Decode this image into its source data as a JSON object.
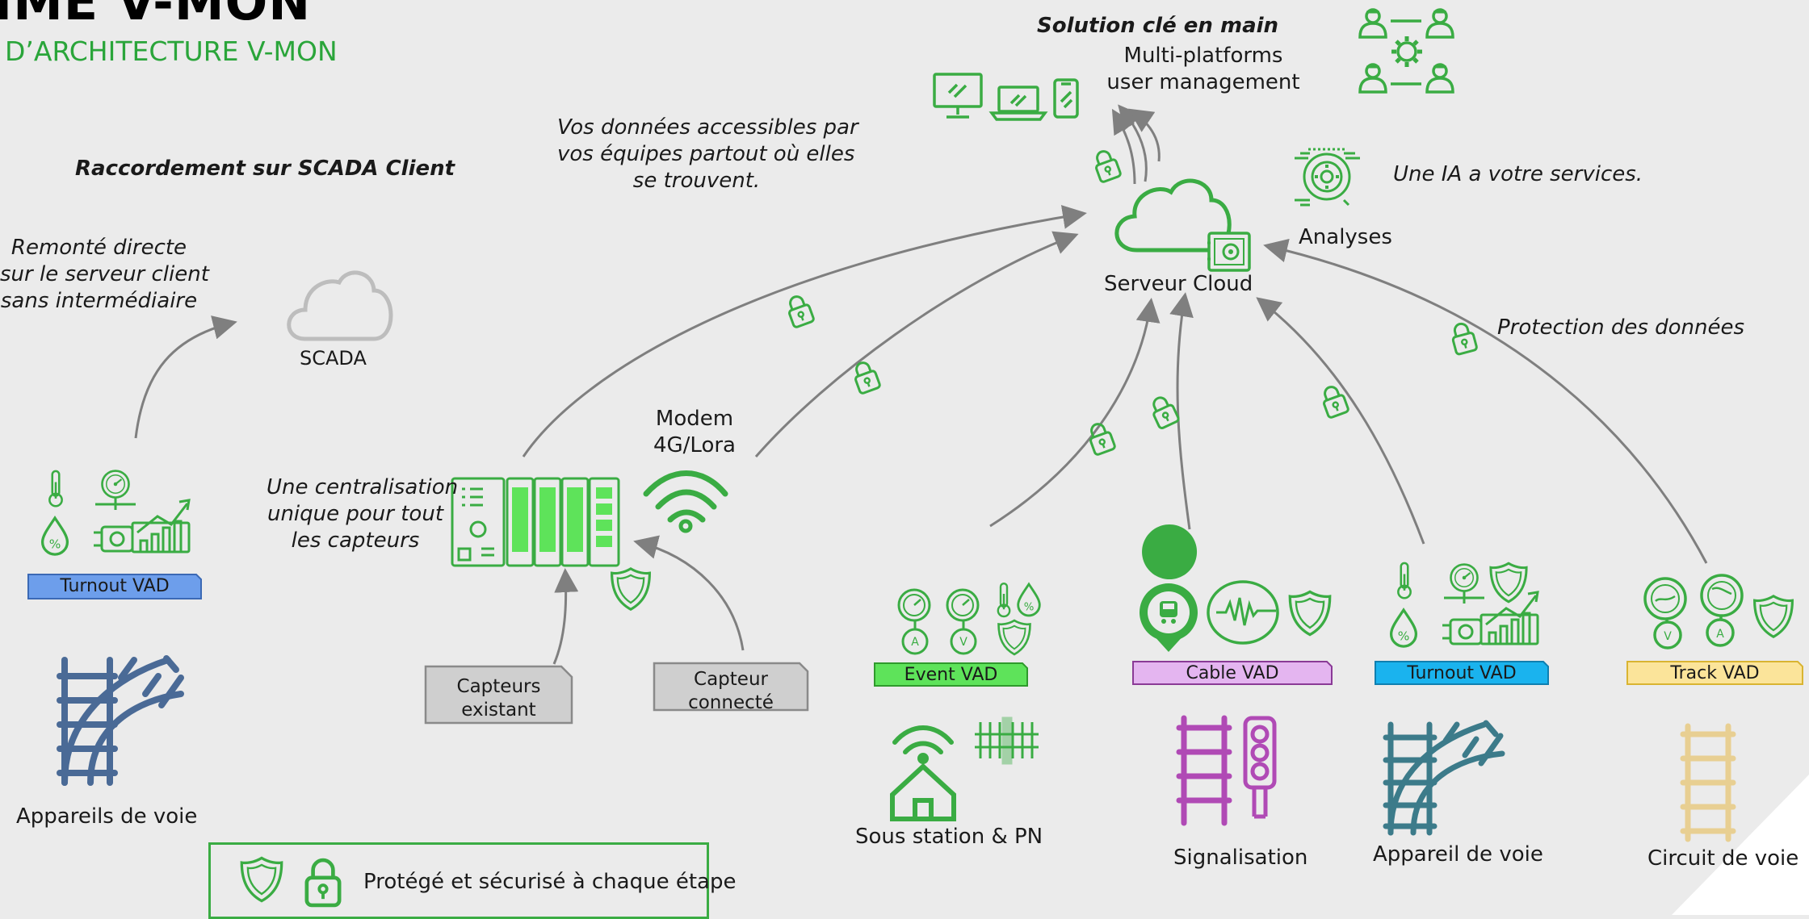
{
  "header": {
    "title": "IME V-MON",
    "subtitle": "D’ARCHITECTURE V-MON"
  },
  "colors": {
    "green": "#3aac43",
    "grey_arrow": "#7f7f7f",
    "scada_cloud": "#bdbdbd",
    "turnout_blue": "#6d9eeb",
    "event_green": "#5ee35a",
    "cable_purple": "#e4b5f0",
    "turnout_cyan": "#1ab3ee",
    "track_yellow": "#fbe49a",
    "rail_blue": "#4a6a96",
    "rail_purple": "#b04ab5",
    "rail_teal": "#3c7b8a",
    "rail_beige": "#e8cf92"
  },
  "left": {
    "scada_heading": "Raccordement sur SCADA Client",
    "direct_note_1": "Remonté directe",
    "direct_note_2": "sur le serveur client",
    "direct_note_3": "sans intermédiaire",
    "scada_label": "SCADA",
    "turnout_tag": "Turnout VAD",
    "appareils_label": "Appareils de voie"
  },
  "center": {
    "central_note_1": "Une centralisation",
    "central_note_2": "unique pour tout",
    "central_note_3": "les capteurs",
    "modem_1": "Modem",
    "modem_2": "4G/Lora",
    "capteurs_existant_1": "Capteurs",
    "capteurs_existant_2": "existant",
    "capteur_connecte_1": "Capteur",
    "capteur_connecte_2": "connecté",
    "access_note_1": "Vos données accessibles par",
    "access_note_2": "vos équipes partout où elles",
    "access_note_3": "se trouvent."
  },
  "top": {
    "turnkey": "Solution clé en main",
    "multi_1": "Multi-platforms",
    "multi_2": "user management",
    "server_label": "Serveur Cloud",
    "analyses": "Analyses",
    "ia_note": "Une IA a votre services.",
    "protection_note": "Protection des données"
  },
  "bottom": {
    "event_tag": "Event VAD",
    "cable_tag": "Cable VAD",
    "turnout_tag": "Turnout VAD",
    "track_tag": "Track VAD",
    "sous_station": "Sous station & PN",
    "signalisation": "Signalisation",
    "appareil_voie": "Appareil de voie",
    "circuit_voie": "Circuit de voie"
  },
  "legend": {
    "text": "Protégé et sécurisé à chaque étape"
  }
}
